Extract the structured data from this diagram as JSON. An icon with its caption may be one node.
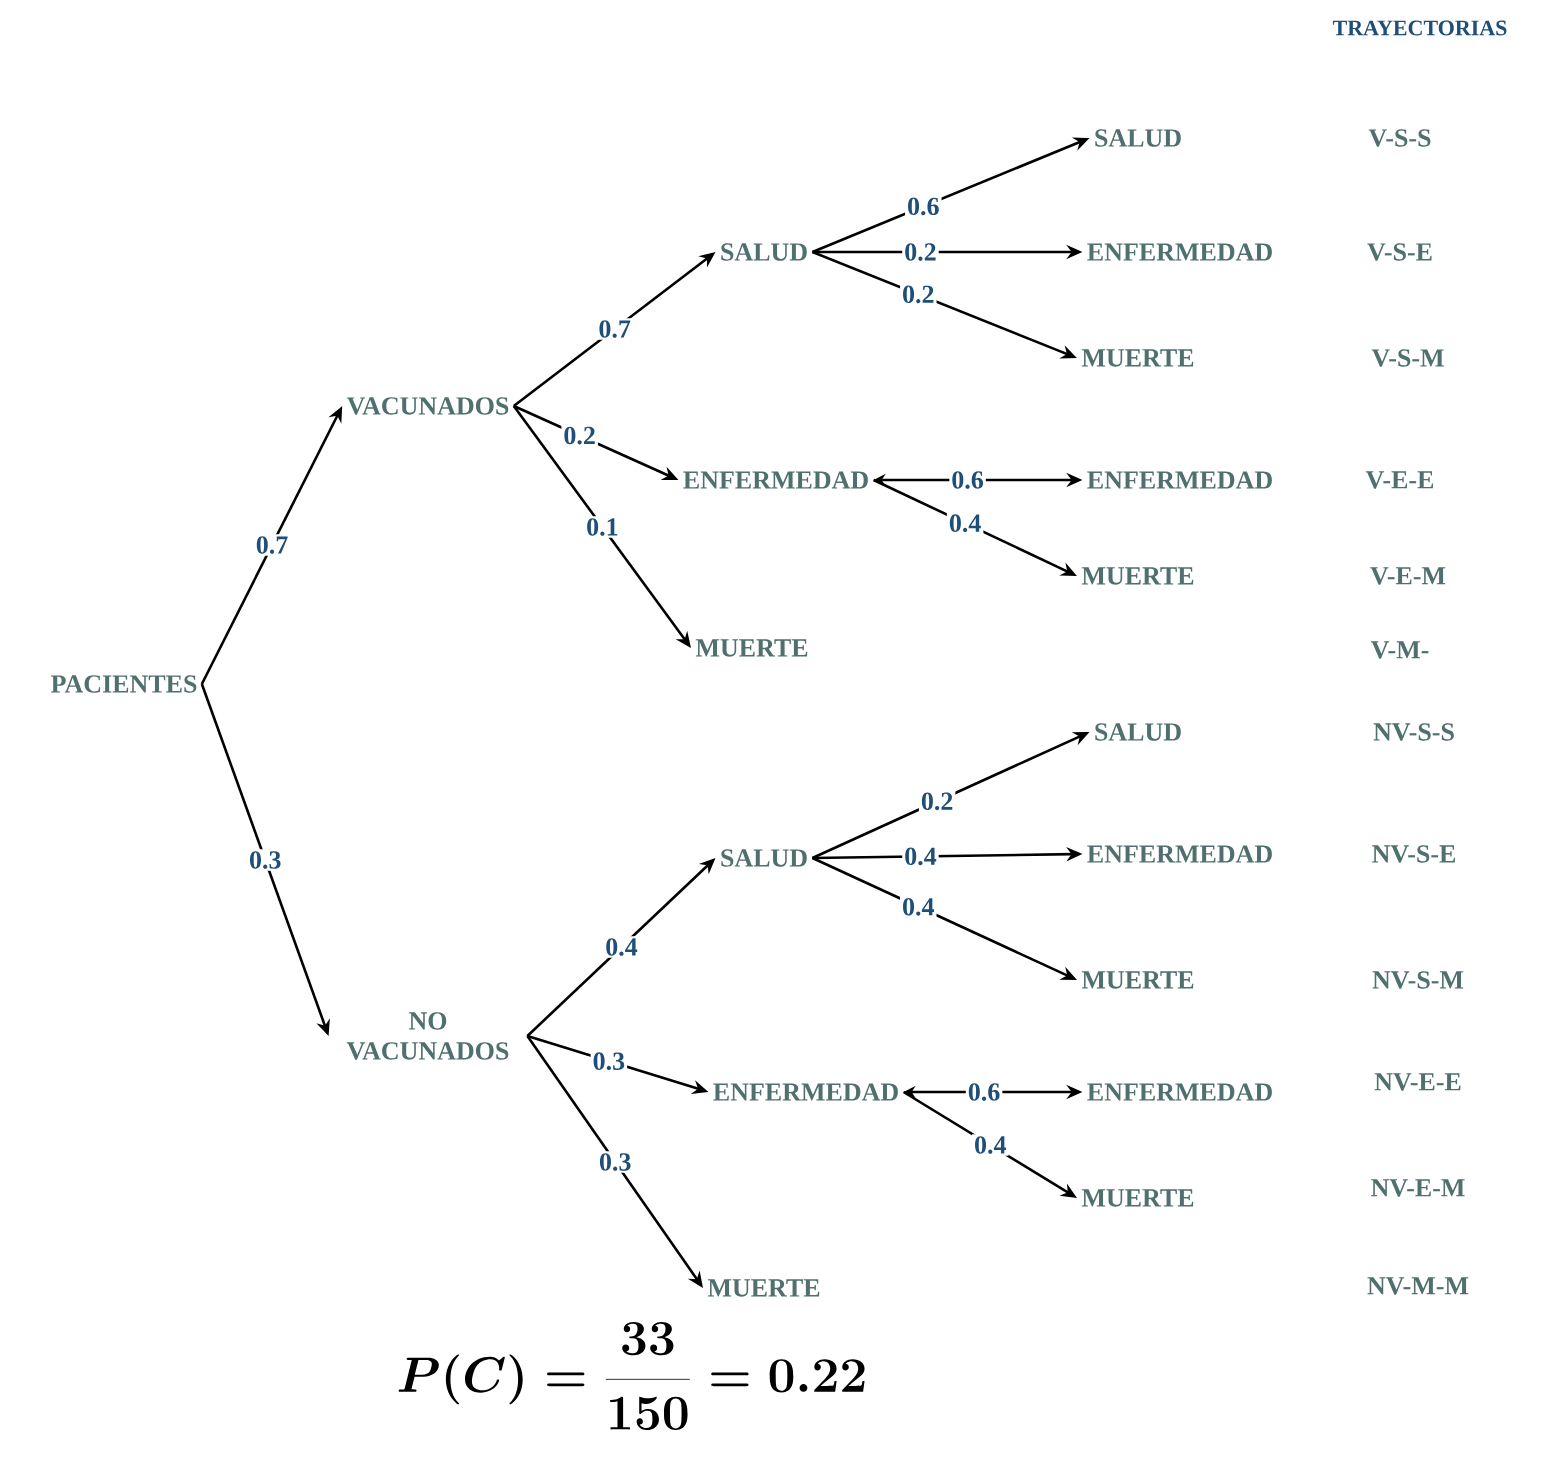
{
  "diagram": {
    "nodes": [
      {
        "text": [
          "PACIENTES"
        ]
      },
      {
        "text": [
          "VACUNADOS"
        ]
      },
      {
        "text": [
          "SALUD"
        ]
      },
      {
        "text": [
          "ENFERMEDAD"
        ]
      },
      {
        "text": [
          "MUERTE"
        ]
      },
      {
        "text": [
          "SALUD"
        ]
      },
      {
        "text": [
          "ENFERMEDAD"
        ]
      },
      {
        "text": [
          "MUERTE"
        ]
      },
      {
        "text": [
          "ENFERMEDAD"
        ]
      },
      {
        "text": [
          "MUERTE"
        ]
      },
      {
        "text": [
          "NO VACUNADOS"
        ]
      },
      {
        "text": [
          "SALUD"
        ]
      },
      {
        "text": [
          "ENFERMEDAD"
        ]
      },
      {
        "text": [
          "MUERTE"
        ]
      },
      {
        "text": [
          "SALUD"
        ]
      },
      {
        "text": [
          "ENFERMEDAD"
        ]
      },
      {
        "text": [
          "MUERTE"
        ]
      },
      {
        "text": [
          "ENFERMEDAD"
        ]
      },
      {
        "text": [
          "MUERTE"
        ]
      }
    ],
    "edges": [
      {
        "from": 0,
        "to": 1,
        "arrow": "to",
        "label": "0.7"
      },
      {
        "from": 0,
        "to": 10,
        "arrow": "to",
        "label": "0.3"
      },
      {
        "from": 1,
        "to": 2,
        "arrow": "to",
        "label": "0.7"
      },
      {
        "from": 1,
        "to": 3,
        "arrow": "to",
        "label": "0.2"
      },
      {
        "from": 1,
        "to": 4,
        "arrow": "to",
        "label": "0.1"
      },
      {
        "from": 2,
        "to": 5,
        "arrow": "to",
        "label": "0.6"
      },
      {
        "from": 2,
        "to": 6,
        "arrow": "to",
        "label": "0.2"
      },
      {
        "from": 2,
        "to": 7,
        "arrow": "to",
        "label": "0.2"
      },
      {
        "from": 3,
        "to": 8,
        "arrow": "both",
        "label": "0.6"
      },
      {
        "from": 3,
        "to": 9,
        "arrow": "to",
        "label": "0.4"
      },
      {
        "from": 10,
        "to": 11,
        "arrow": "to",
        "label": "0.4"
      },
      {
        "from": 10,
        "to": 12,
        "arrow": "to",
        "label": "0.3"
      },
      {
        "from": 10,
        "to": 13,
        "arrow": "to",
        "label": "0.3"
      },
      {
        "from": 11,
        "to": 14,
        "arrow": "to",
        "label": "0.2"
      },
      {
        "from": 11,
        "to": 15,
        "arrow": "to",
        "label": "0.4"
      },
      {
        "from": 11,
        "to": 16,
        "arrow": "to",
        "label": "0.4"
      },
      {
        "from": 12,
        "to": 17,
        "arrow": "both",
        "label": "0.6"
      },
      {
        "from": 12,
        "to": 18,
        "arrow": "to",
        "label": "0.4"
      }
    ],
    "labels": [
      "TRAYECTORIAS",
      "V-S-S",
      "V-S-E",
      "V-S-M",
      "V-E-E",
      "V-E-M",
      "V-M-",
      "NV-S-S",
      "NV-S-E",
      "NV-S-M",
      "NV-E-E",
      "NV-E-M",
      "NV-M-M",
      "P(C)= \\frac{33}{150}=0.22"
    ]
  }
}
